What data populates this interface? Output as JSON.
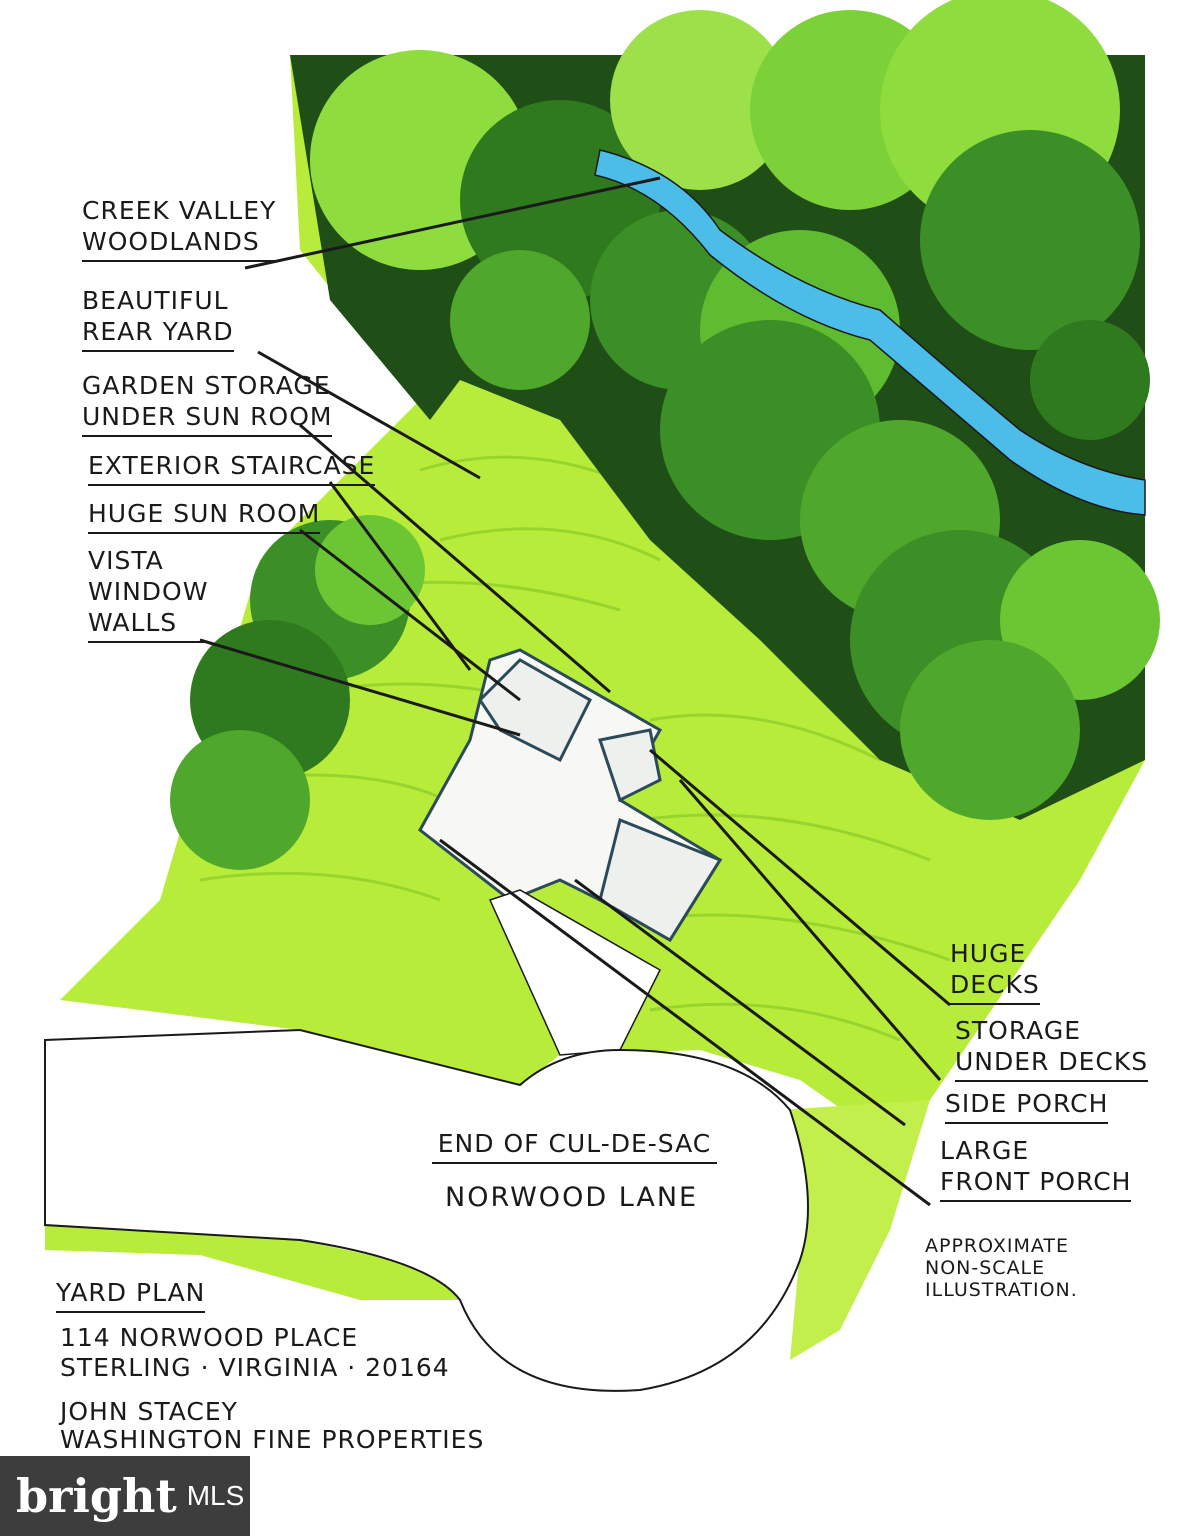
{
  "labels": {
    "creek_valley": [
      "CREEK VALLEY",
      "WOODLANDS"
    ],
    "rear_yard": [
      "BEAUTIFUL",
      "REAR YARD"
    ],
    "garden_storage": [
      "GARDEN STORAGE",
      "UNDER SUN ROOM"
    ],
    "exterior_staircase": "EXTERIOR STAIRCASE",
    "sun_room": "HUGE SUN ROOM",
    "vista": [
      "VISTA",
      "WINDOW",
      "WALLS"
    ],
    "huge_decks": [
      "HUGE",
      "DECKS"
    ],
    "storage_decks": [
      "STORAGE",
      "UNDER DECKS"
    ],
    "side_porch": "SIDE PORCH",
    "front_porch": [
      "LARGE",
      "FRONT PORCH"
    ],
    "cul_de_sac": "END OF CUL-DE-SAC",
    "street": "NORWOOD LANE",
    "disclaimer": [
      "APPROXIMATE",
      "NON-SCALE",
      "ILLUSTRATION."
    ]
  },
  "title_block": {
    "title": "YARD PLAN",
    "address": "114 NORWOOD PLACE",
    "city": "STERLING · VIRGINIA · 20164",
    "agent": "JOHN STACEY",
    "company": "WASHINGTON FINE PROPERTIES"
  },
  "logo": {
    "brand": "bright",
    "suffix": "MLS"
  },
  "colors": {
    "lawn": "#b8ec3a",
    "tree_dark": "#2f7a1e",
    "tree_light": "#8fdc3e",
    "creek": "#4bbde8",
    "ink": "#1a1a1a"
  }
}
